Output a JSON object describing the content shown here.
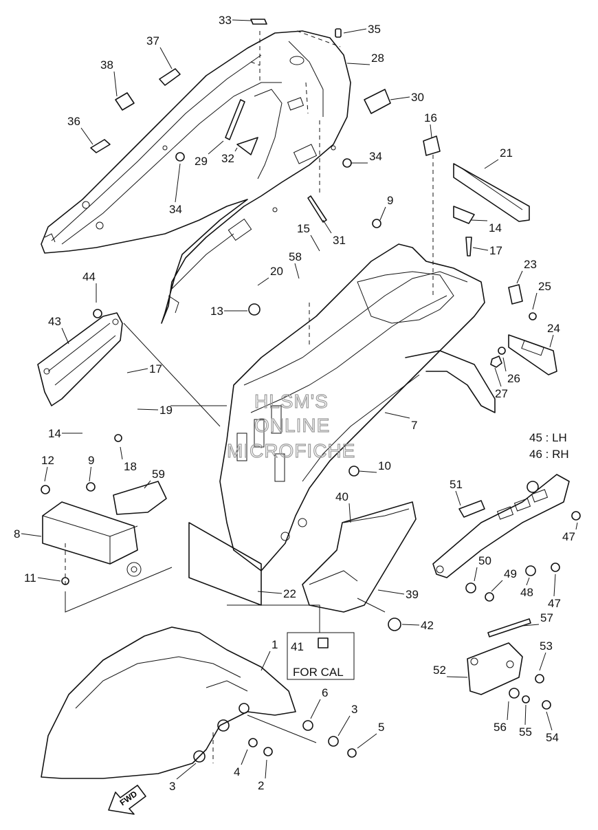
{
  "diagram": {
    "callouts": [
      {
        "id": "33",
        "text": "33"
      },
      {
        "id": "35",
        "text": "35"
      },
      {
        "id": "37",
        "text": "37"
      },
      {
        "id": "28",
        "text": "28"
      },
      {
        "id": "38",
        "text": "38"
      },
      {
        "id": "30",
        "text": "30"
      },
      {
        "id": "36",
        "text": "36"
      },
      {
        "id": "16",
        "text": "16"
      },
      {
        "id": "29",
        "text": "29"
      },
      {
        "id": "34a",
        "text": "34"
      },
      {
        "id": "32",
        "text": "32"
      },
      {
        "id": "21",
        "text": "21"
      },
      {
        "id": "34b",
        "text": "34"
      },
      {
        "id": "9a",
        "text": "9"
      },
      {
        "id": "14a",
        "text": "14"
      },
      {
        "id": "31",
        "text": "31"
      },
      {
        "id": "15",
        "text": "15"
      },
      {
        "id": "17a",
        "text": "17"
      },
      {
        "id": "58",
        "text": "58"
      },
      {
        "id": "20",
        "text": "20"
      },
      {
        "id": "23",
        "text": "23"
      },
      {
        "id": "44",
        "text": "44"
      },
      {
        "id": "25",
        "text": "25"
      },
      {
        "id": "13",
        "text": "13"
      },
      {
        "id": "43",
        "text": "43"
      },
      {
        "id": "24",
        "text": "24"
      },
      {
        "id": "26",
        "text": "26"
      },
      {
        "id": "17b",
        "text": "17"
      },
      {
        "id": "27",
        "text": "27"
      },
      {
        "id": "19",
        "text": "19"
      },
      {
        "id": "7",
        "text": "7"
      },
      {
        "id": "14b",
        "text": "14"
      },
      {
        "id": "45",
        "text": "45 : LH"
      },
      {
        "id": "46",
        "text": "46 : RH"
      },
      {
        "id": "18",
        "text": "18"
      },
      {
        "id": "12",
        "text": "12"
      },
      {
        "id": "9b",
        "text": "9"
      },
      {
        "id": "10",
        "text": "10"
      },
      {
        "id": "59",
        "text": "59"
      },
      {
        "id": "51",
        "text": "51"
      },
      {
        "id": "40",
        "text": "40"
      },
      {
        "id": "8",
        "text": "8"
      },
      {
        "id": "47a",
        "text": "47"
      },
      {
        "id": "50",
        "text": "50"
      },
      {
        "id": "49",
        "text": "49"
      },
      {
        "id": "11",
        "text": "11"
      },
      {
        "id": "48",
        "text": "48"
      },
      {
        "id": "22",
        "text": "22"
      },
      {
        "id": "39",
        "text": "39"
      },
      {
        "id": "47b",
        "text": "47"
      },
      {
        "id": "57",
        "text": "57"
      },
      {
        "id": "42",
        "text": "42"
      },
      {
        "id": "1",
        "text": "1"
      },
      {
        "id": "41",
        "text": "41"
      },
      {
        "id": "53",
        "text": "53"
      },
      {
        "id": "52",
        "text": "52"
      },
      {
        "id": "6",
        "text": "6"
      },
      {
        "id": "3a",
        "text": "3"
      },
      {
        "id": "5",
        "text": "5"
      },
      {
        "id": "56",
        "text": "56"
      },
      {
        "id": "55",
        "text": "55"
      },
      {
        "id": "54",
        "text": "54"
      },
      {
        "id": "3b",
        "text": "3"
      },
      {
        "id": "4",
        "text": "4"
      },
      {
        "id": "2",
        "text": "2"
      }
    ],
    "note_box": {
      "label": "FOR CAL"
    },
    "forward_arrow": {
      "label": "FWD"
    },
    "watermark": {
      "lines": [
        "HLSM'S",
        "ONLINE",
        "MICROFICHE"
      ]
    }
  }
}
